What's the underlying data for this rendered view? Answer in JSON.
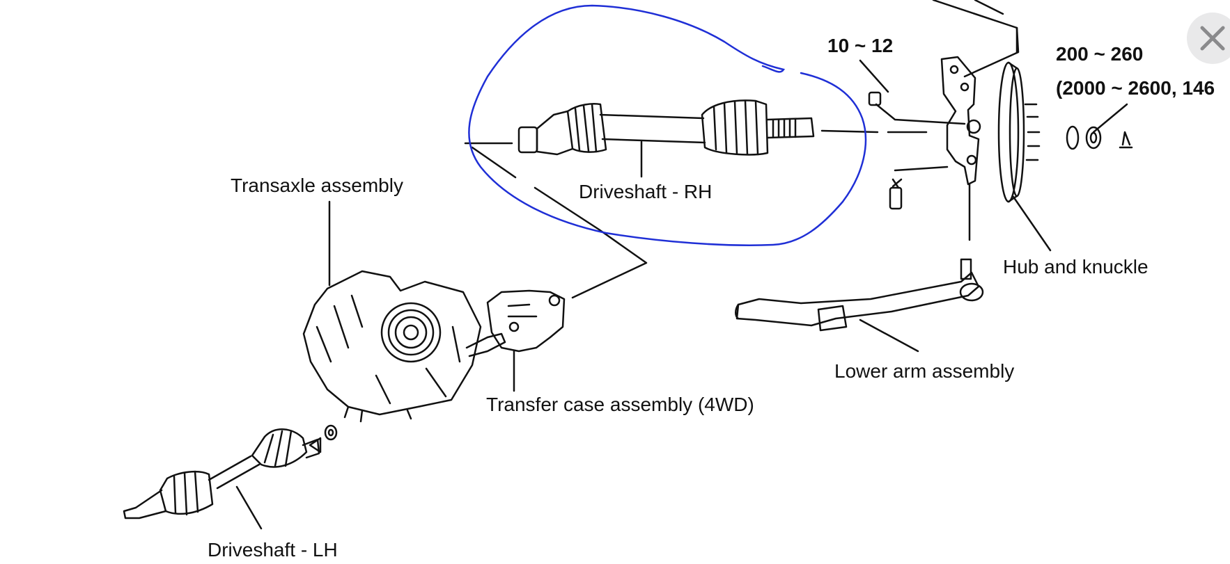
{
  "labels": {
    "driveshaft_rh": "Driveshaft - RH",
    "driveshaft_lh": "Driveshaft - LH",
    "transaxle": "Transaxle assembly",
    "transfer_case": "Transfer case assembly (4WD)",
    "lower_arm": "Lower arm assembly",
    "hub_knuckle": "Hub and knuckle"
  },
  "torque": {
    "bolt_small": "10 ~ 12",
    "hub_nut_nm": "200 ~ 260",
    "hub_nut_kgcm": "(2000 ~ 2600, 146"
  },
  "annotation": {
    "circle_color": "#1f2fd6",
    "target": "Driveshaft - RH"
  },
  "controls": {
    "close_icon": "close-icon"
  }
}
